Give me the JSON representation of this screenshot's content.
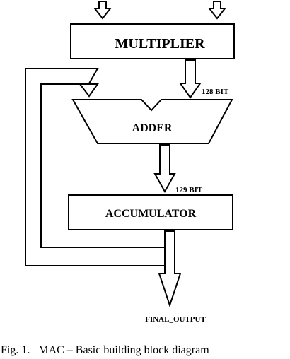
{
  "diagram": {
    "blocks": {
      "multiplier": "MULTIPLIER",
      "adder": "ADDER",
      "accumulator": "ACCUMULATOR"
    },
    "bus_labels": {
      "multiplier_to_adder": "128 BIT",
      "adder_to_accumulator": "129 BIT"
    },
    "output_label": "FINAL_OUTPUT",
    "caption": "Fig. 1.   MAC – Basic building block diagram"
  }
}
